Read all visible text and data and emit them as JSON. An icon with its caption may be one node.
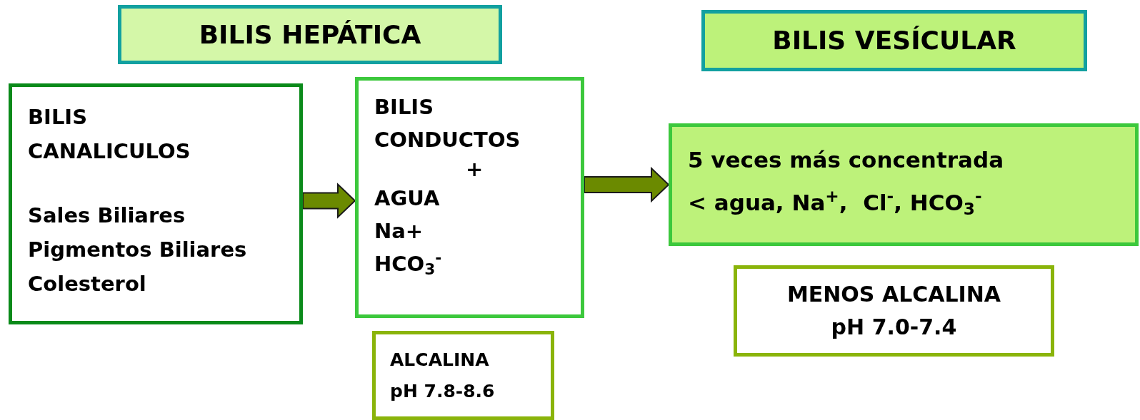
{
  "diagram": {
    "nodes": [
      {
        "text": [
          "BILIS HEPÁTICA"
        ]
      },
      {
        "text": [
          "BILIS VESÍCULAR"
        ]
      },
      {
        "text": [
          "BILIS CANALICULOS",
          "Sales Biliares",
          "Pigmentos Biliares",
          "Colesterol"
        ]
      },
      {
        "text": [
          "BILIS CONDUCTOS",
          "+",
          "AGUA",
          "Na+",
          "HCO$_{3}$$^{-}$"
        ]
      },
      {
        "text": [
          "ALCALINA",
          "pH 7.8-8.6"
        ]
      },
      {
        "text": [
          "5 veces más concentrada",
          "< agua, Na$^{+}$,  Cl$^{-}$, HCO$_{3}$$^{-}$"
        ]
      },
      {
        "text": [
          "MENOS ALCALINA",
          "pH 7.0-7.4"
        ]
      }
    ],
    "edges": [
      {
        "from": 2,
        "to": 3,
        "arrow": "to",
        "style": "thick"
      },
      {
        "from": 3,
        "to": 5,
        "arrow": "to",
        "style": "thick"
      }
    ]
  }
}
